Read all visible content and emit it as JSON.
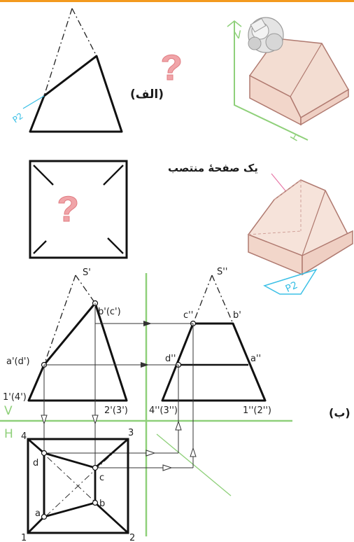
{
  "labels": {
    "alef": "(الف)",
    "be": "(ب)",
    "vertical_plane_note": "یک صفحهٔ منتصب",
    "p2_top": "P2",
    "p2_iso": "P2",
    "iso_v": "V",
    "iso_h": "H"
  },
  "ground_line": {
    "v": "V",
    "h": "H"
  },
  "front_view": {
    "apex": "S'",
    "bc": "b'(c')",
    "ad": "a'(d')",
    "p14": "1'(4')",
    "p23": "2'(3')"
  },
  "side_view": {
    "apex": "S''",
    "c": "c''",
    "b": "b'",
    "d": "d''",
    "a": "a''",
    "p43": "4''(3'')",
    "p12": "1''(2'')"
  },
  "top_view": {
    "c4": "4",
    "c3": "3",
    "c1": "1",
    "c2": "2",
    "d": "d",
    "c": "c",
    "b": "b",
    "a": "a"
  },
  "colors": {
    "accent": "#f39a1e",
    "green": "#8fd07a",
    "cyan": "#3cc0e6",
    "pink": "#e879a8",
    "body_fill": "#f3ddd2",
    "body_stroke": "#b07a70",
    "question": "#f0a4a8"
  },
  "icons": [
    "question-mark-icon",
    "quill-pen-icon"
  ]
}
